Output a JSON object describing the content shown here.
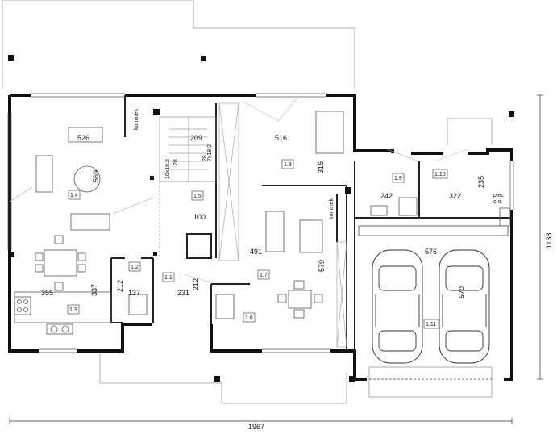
{
  "plan": {
    "room_tags": {
      "r1_1": "1.1",
      "r1_2": "1.2",
      "r1_3": "1.3",
      "r1_4": "1.4",
      "r1_5": "1.5",
      "r1_6": "1.6",
      "r1_7": "1.7",
      "r1_8": "1.8",
      "r1_9": "1.9",
      "r1_10": "1.10",
      "r1_11": "1.11"
    },
    "room_dims": {
      "d526": "526",
      "d569": "569",
      "d209": "209",
      "d516": "516",
      "d316": "316",
      "d100": "100",
      "d491": "491",
      "d579": "579",
      "d242": "242",
      "d322": "322",
      "d235": "235",
      "d576": "576",
      "d570": "570",
      "d355": "355",
      "d337": "337",
      "d212a": "212",
      "d137": "137",
      "d231": "231",
      "d212b": "212"
    },
    "labels": {
      "kominek1": "kominek",
      "kominek2": "kominek",
      "piec": "piec",
      "piec_co": "c.o.",
      "stairs_a": "10x18.2",
      "stairs_a2": "28",
      "stairs_b": "7x18.2",
      "stairs_b2": "28"
    },
    "overall": {
      "width": "1967",
      "height": "1138"
    }
  }
}
